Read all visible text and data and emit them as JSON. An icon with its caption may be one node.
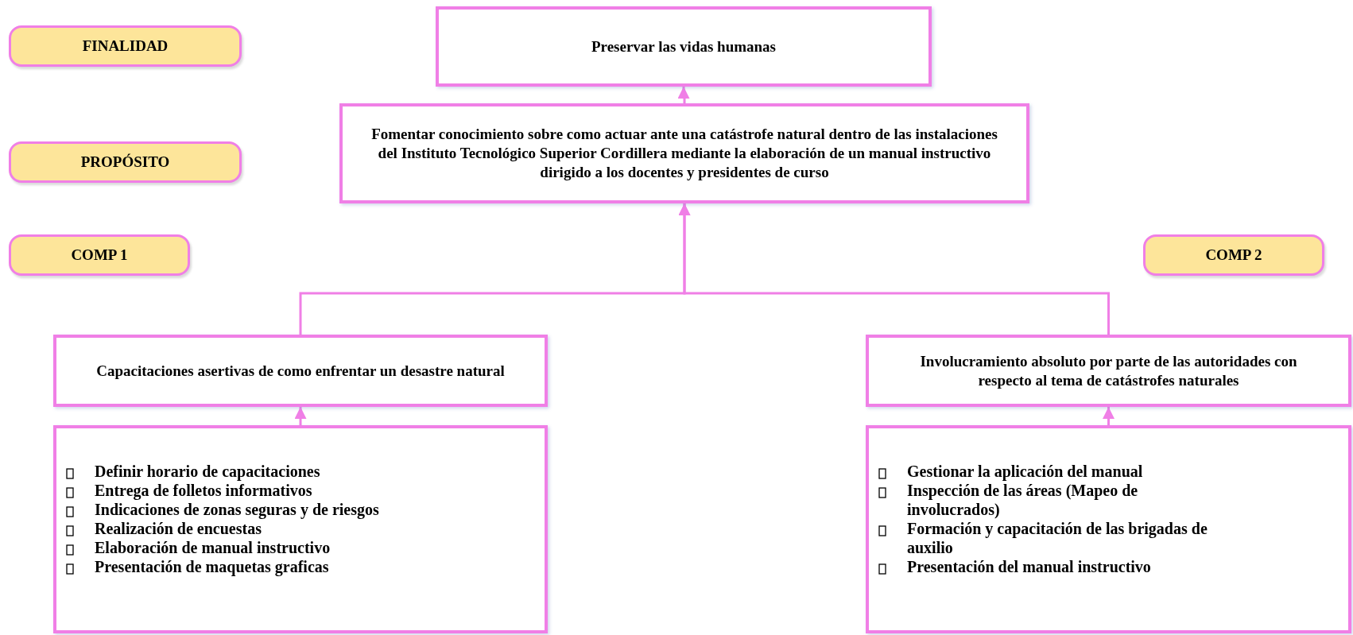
{
  "diagram": {
    "nodes": [
      {
        "text": [
          "FINALIDAD"
        ]
      },
      {
        "text": [
          "Preservar las vidas humanas"
        ]
      },
      {
        "text": [
          "PROPÓSITO"
        ]
      },
      {
        "text": [
          "Fomentar conocimiento sobre como actuar ante una catástrofe natural dentro de las instalaciones del Instituto Tecnológico Superior Cordillera mediante la elaboración de un manual instructivo dirigido a los docentes y presidentes de curso"
        ]
      },
      {
        "text": [
          "COMP 1"
        ]
      },
      {
        "text": [
          "COMP 2"
        ]
      },
      {
        "text": [
          "Capacitaciones asertivas de como enfrentar un desastre natural"
        ]
      },
      {
        "text": [
          "Involucramiento absoluto por parte de las autoridades con respecto al tema de catástrofes naturales"
        ]
      },
      {
        "text": [
          "Definir horario de capacitaciones",
          "Entrega de folletos informativos",
          "Indicaciones de zonas seguras y de riesgos",
          "Realización de encuestas",
          "Elaboración de manual instructivo",
          "Presentación de maquetas graficas"
        ]
      },
      {
        "text": [
          "Gestionar la aplicación del manual",
          "Inspección de las áreas (Mapeo de involucrados)",
          "Formación y capacitación de las brigadas de auxilio",
          "Presentación del manual instructivo"
        ]
      }
    ],
    "edges": [
      {
        "from": 3,
        "to": 1,
        "arrow": "to"
      },
      {
        "from": 6,
        "to": 3,
        "arrow": "to"
      },
      {
        "from": 7,
        "to": 3,
        "arrow": "to"
      },
      {
        "from": 8,
        "to": 6,
        "arrow": "to"
      },
      {
        "from": 9,
        "to": 7,
        "arrow": "to"
      }
    ]
  }
}
